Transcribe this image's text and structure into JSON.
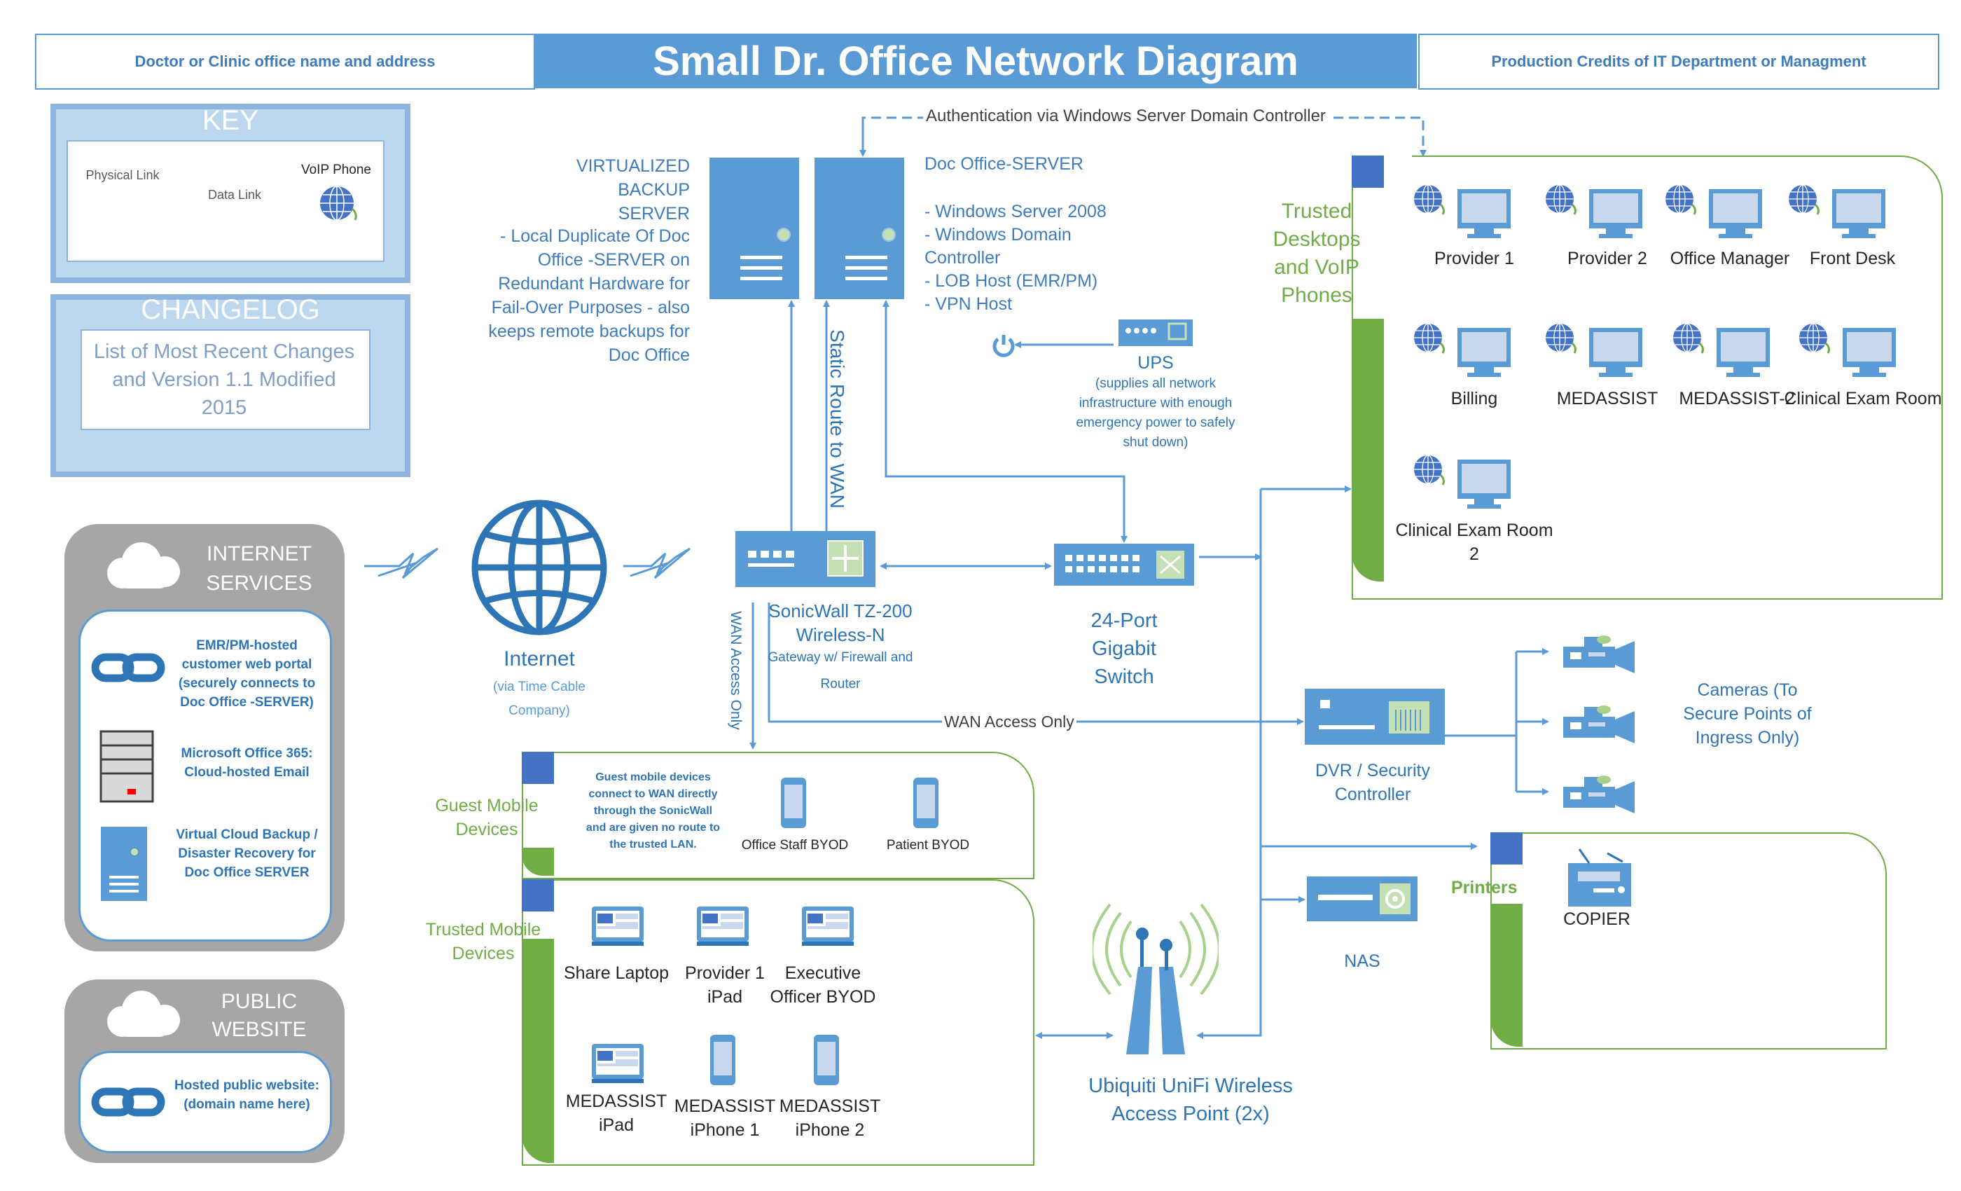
{
  "header": {
    "left": "Doctor or Clinic office name and address",
    "title": "Small Dr. Office Network Diagram",
    "right": "Production Credits of IT Department or Managment"
  },
  "key": {
    "title": "KEY",
    "physical": "Physical Link",
    "data": "Data Link",
    "voip": "VoIP Phone"
  },
  "changelog": {
    "title": "CHANGELOG",
    "text": "List of Most Recent Changes and Version 1.1 Modified 2015"
  },
  "internet_services": {
    "title": "INTERNET SERVICES",
    "items": [
      "EMR/PM-hosted customer web portal (securely connects to Doc Office -SERVER)",
      "Microsoft Office 365: Cloud-hosted Email",
      "Virtual Cloud Backup / Disaster Recovery for Doc Office SERVER"
    ]
  },
  "public_website": {
    "title": "PUBLIC WEBSITE",
    "text": "Hosted public website: (domain name here)"
  },
  "internet": {
    "label": "Internet",
    "sub": "(via Time Cable Company)"
  },
  "backup_server": {
    "title": "VIRTUALIZED BACKUP SERVER",
    "desc": "- Local Duplicate Of Doc Office -SERVER on Redundant Hardware for Fail-Over Purposes -  also keeps remote backups for Doc Office"
  },
  "doc_server": {
    "title": "Doc Office-SERVER",
    "items": [
      "- Windows Server 2008",
      "- Windows Domain Controller",
      "- LOB Host (EMR/PM)",
      "- VPN Host"
    ]
  },
  "auth_label": "Authentication via Windows Server Domain Controller",
  "static_route": "Static Route to WAN",
  "wan_only_vertical": "WAN Access Only",
  "wan_only_horizontal": "WAN Access Only",
  "ups": {
    "label": "UPS",
    "desc": "(supplies all network infrastructure with enough emergency power to safely shut down)"
  },
  "sonicwall": {
    "title": "SonicWall TZ-200 Wireless-N",
    "sub": "Gateway w/ Firewall and Router"
  },
  "switch": {
    "label": "24-Port Gigabit Switch"
  },
  "trusted_desktops": {
    "label": "Trusted Desktops and VoIP Phones",
    "items": [
      "Provider 1",
      "Provider 2",
      "Office Manager",
      "Front Desk",
      "Billing",
      "MEDASSIST",
      "MEDASSIST-2",
      "Clinical Exam Room",
      "Clinical Exam Room 2"
    ]
  },
  "guest_mobile": {
    "label": "Guest Mobile Devices",
    "desc": "Guest mobile devices connect to WAN directly through the SonicWall and are given no route to the trusted LAN.",
    "items": [
      "Office Staff BYOD",
      "Patient BYOD"
    ]
  },
  "trusted_mobile": {
    "label": "Trusted Mobile Devices",
    "items": [
      "Share Laptop",
      "Provider 1 iPad",
      "Executive Officer BYOD",
      "MEDASSIST iPad",
      "MEDASSIST iPhone 1",
      "MEDASSIST iPhone 2"
    ]
  },
  "dvr": {
    "label": "DVR / Security Controller"
  },
  "cameras": {
    "label": "Cameras (To Secure Points of Ingress Only)"
  },
  "printers": {
    "label": "Printers",
    "items": [
      "COPIER"
    ]
  },
  "nas": {
    "label": "NAS"
  },
  "wap": {
    "label": "Ubiquiti UniFi Wireless Access Point (2x)"
  },
  "colors": {
    "blue": "#5b9bd5",
    "green": "#70ad47",
    "dark_blue": "#4472c4",
    "gray": "#a6a6a6"
  }
}
